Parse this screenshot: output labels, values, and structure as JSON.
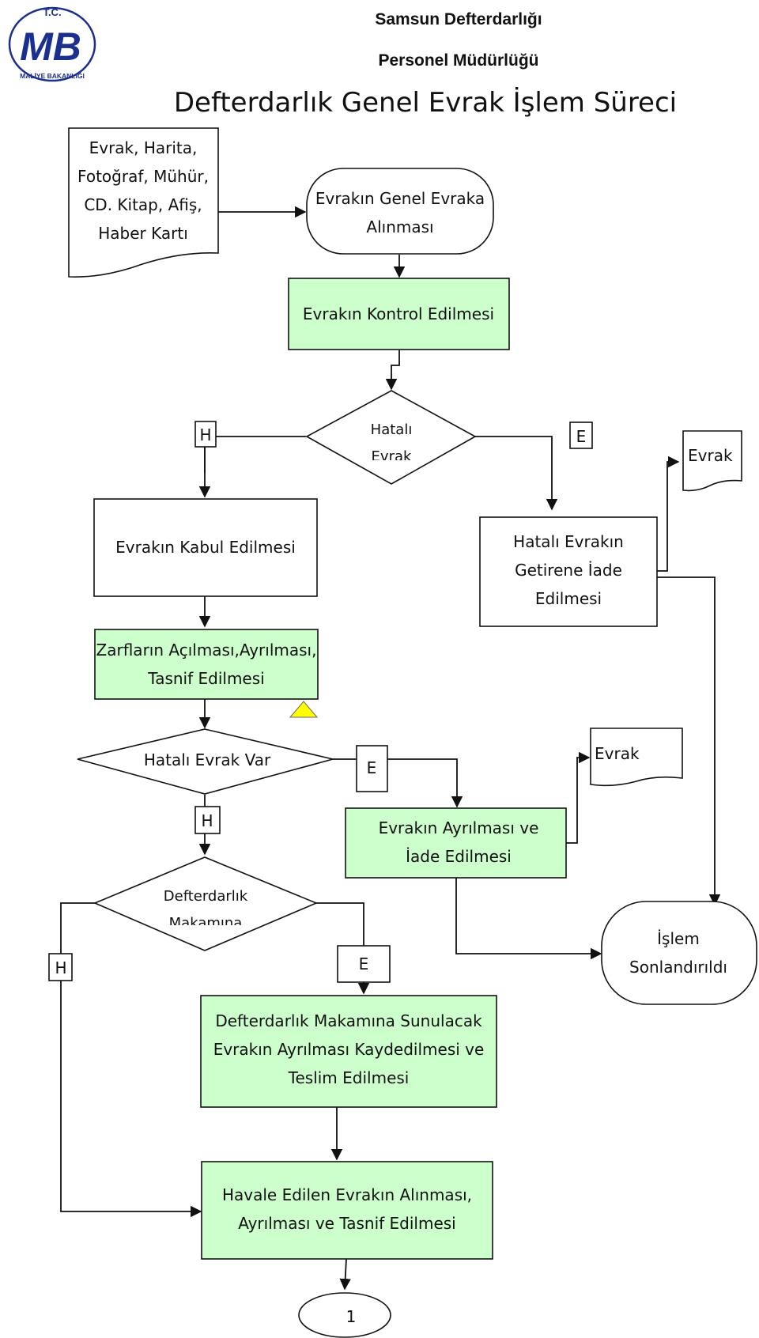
{
  "header": {
    "line1": "Samsun Defterdarlığı",
    "line2": "Personel Müdürlüğü",
    "title": "Defterdarlık Genel Evrak İşlem Süreci"
  },
  "logo": {
    "top": "T.C.",
    "monogram": "MB",
    "ring": "MALİYE BAKANLIĞI",
    "color": "#1b2f8f"
  },
  "colors": {
    "process_fill": "#ccffcc",
    "warning": "#ffff00"
  },
  "nodes": {
    "input_doc": [
      "Evrak, Harita,",
      "Fotoğraf, Mühür,",
      "CD. Kitap, Afiş,",
      "Haber Kartı"
    ],
    "receive": [
      "Evrakın Genel Evraka",
      "Alınması"
    ],
    "control": [
      "Evrakın Kontrol Edilmesi"
    ],
    "decision1": [
      "Hatalı",
      "Evrak"
    ],
    "accept": [
      "Evrakın Kabul Edilmesi"
    ],
    "return_faulty": [
      "Hatalı Evrakın",
      "Getirene İade",
      "Edilmesi"
    ],
    "doc_out1": "Evrak",
    "open_envelopes": [
      "Zarfların Açılması,Ayrılması,",
      "Tasnif Edilmesi"
    ],
    "decision2": [
      "Hatalı Evrak Var"
    ],
    "separate_return": [
      "Evrakın Ayrılması ve",
      "İade Edilmesi"
    ],
    "doc_out2": "Evrak",
    "decision3": [
      "Defterdarlık",
      "Makamına"
    ],
    "end": [
      "İşlem",
      "Sonlandırıldı"
    ],
    "present": [
      "Defterdarlık Makamına Sunulacak",
      "Evrakın Ayrılması Kaydedilmesi ve",
      "Teslim Edilmesi"
    ],
    "referred": [
      "Havale Edilen Evrakın Alınması,",
      "Ayrılması ve Tasnif Edilmesi"
    ],
    "connector": "1"
  },
  "labels": {
    "d1_no": "H",
    "d1_yes": "E",
    "d2_no": "H",
    "d2_yes": "E",
    "d3_no": "H",
    "d3_yes": "E"
  }
}
